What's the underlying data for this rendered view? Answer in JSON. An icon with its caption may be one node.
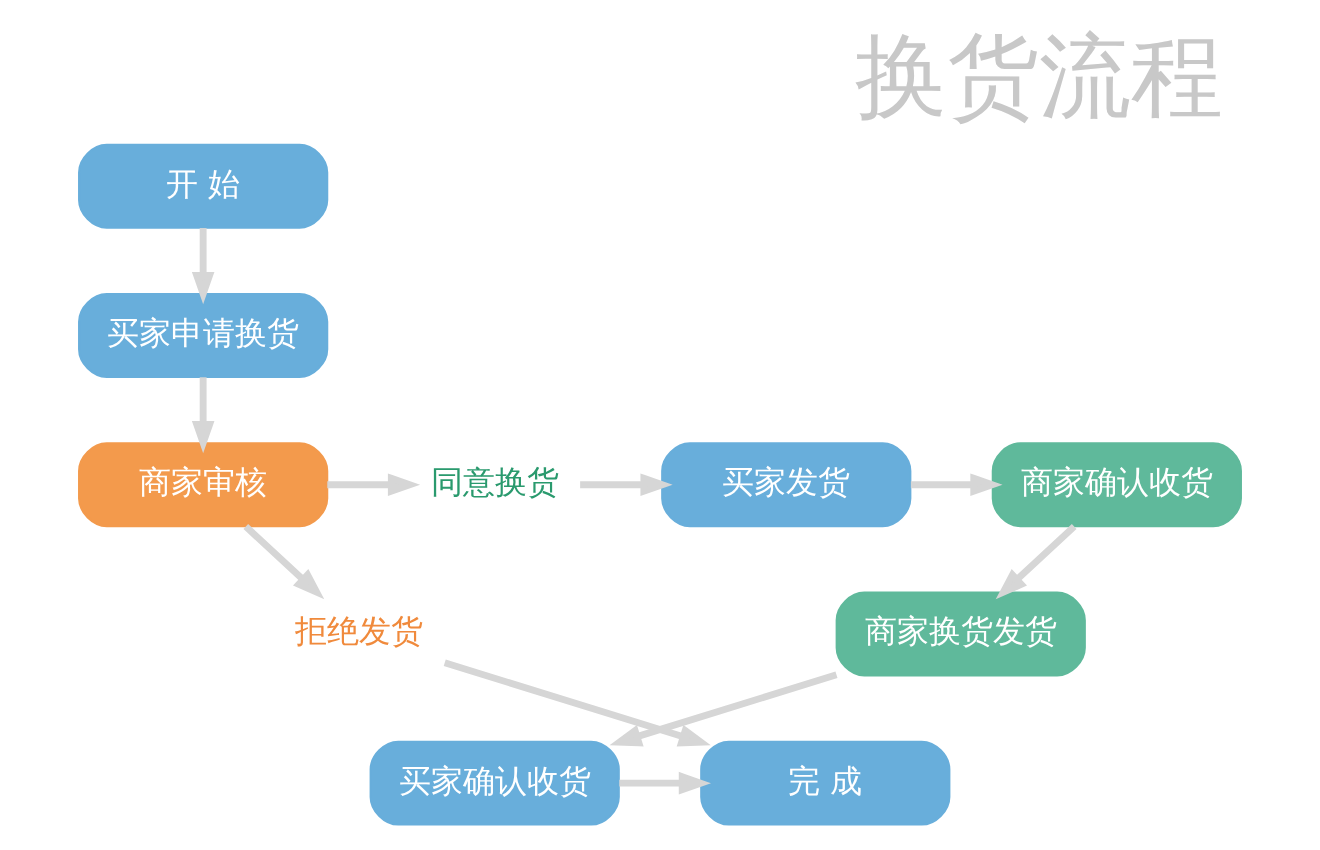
{
  "diagram": {
    "title": "换货流程",
    "nodes": [
      {
        "text": [
          "开 始"
        ]
      },
      {
        "text": [
          "买家申请换货"
        ]
      },
      {
        "text": [
          "商家审核"
        ]
      },
      {
        "text": [
          "同意换货"
        ]
      },
      {
        "text": [
          "拒绝发货"
        ]
      },
      {
        "text": [
          "买家发货"
        ]
      },
      {
        "text": [
          "商家确认收货"
        ]
      },
      {
        "text": [
          "商家换货发货"
        ]
      },
      {
        "text": [
          "买家确认收货"
        ]
      },
      {
        "text": [
          "完 成"
        ]
      }
    ],
    "edges": [
      {
        "from": 0,
        "to": 1,
        "arrow": "to"
      },
      {
        "from": 1,
        "to": 2,
        "arrow": "to"
      },
      {
        "from": 2,
        "to": 3,
        "arrow": "to"
      },
      {
        "from": 2,
        "to": 4,
        "arrow": "to"
      },
      {
        "from": 3,
        "to": 5,
        "arrow": "to"
      },
      {
        "from": 5,
        "to": 6,
        "arrow": "to"
      },
      {
        "from": 6,
        "to": 7,
        "arrow": "to"
      },
      {
        "from": 7,
        "to": 8,
        "arrow": "to"
      },
      {
        "from": 8,
        "to": 9,
        "arrow": "to"
      },
      {
        "from": 4,
        "to": 9,
        "arrow": "to"
      }
    ]
  }
}
